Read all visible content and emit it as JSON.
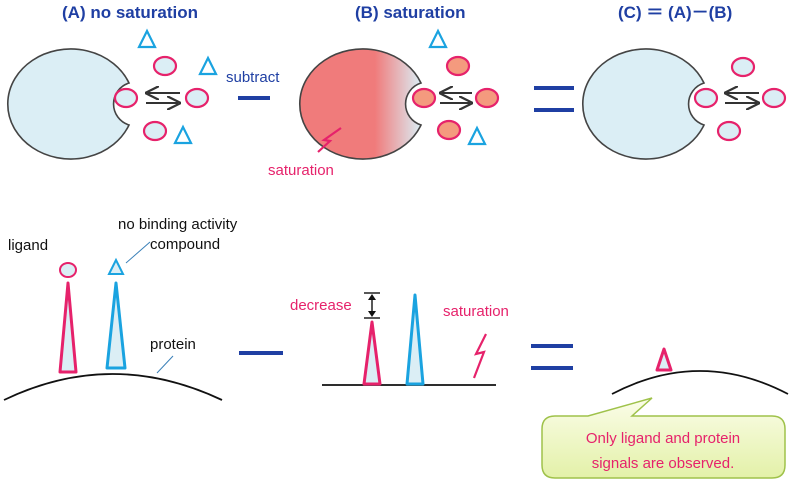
{
  "headers": {
    "a": "(A) no saturation",
    "b": "(B) saturation",
    "c": "(C) ＝ (A)－(B)"
  },
  "top": {
    "subtract_label": "subtract",
    "saturation_label": "saturation"
  },
  "bottom": {
    "ligand_label": "ligand",
    "no_binding_line1": "no binding activity",
    "no_binding_line2": "compound",
    "protein_label": "protein",
    "decrease_label": "decrease",
    "saturation_label": "saturation"
  },
  "callout": {
    "line1": "Only ligand and protein",
    "line2": "signals are observed."
  },
  "colors": {
    "protein_fill": "#dbeef5",
    "saturated_fill": "#f07b7b",
    "ligand": "#e6226b",
    "compound": "#1aa3e0",
    "header": "#1f3fa3",
    "operator": "#1f3fa3",
    "callout_fill": "#eef7c8",
    "callout_stroke": "#9fc24a"
  }
}
